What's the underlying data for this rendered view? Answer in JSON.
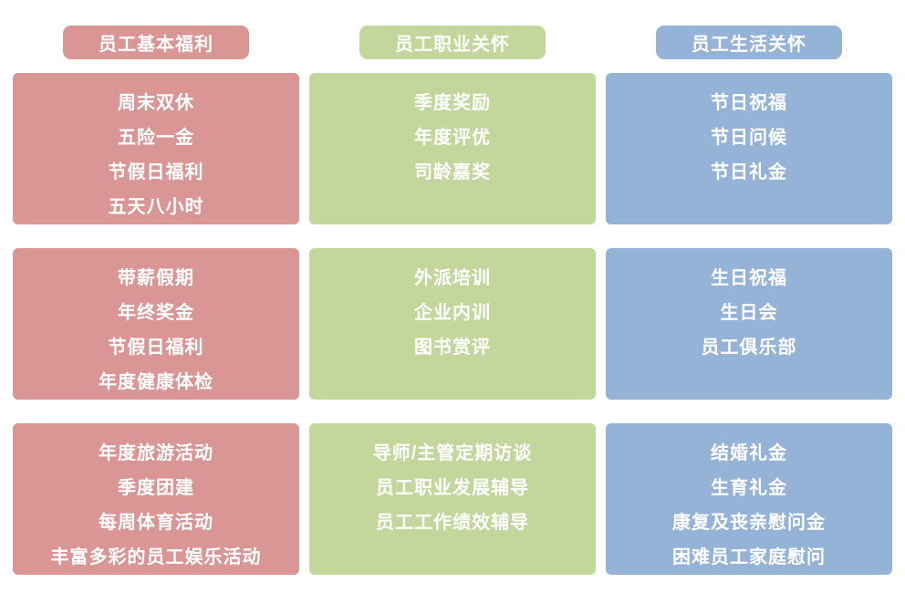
{
  "colors": {
    "basic": "#D99694",
    "career": "#C3D69B",
    "life": "#95B3D7",
    "text": "#FFFFFF",
    "background": "#FFFFFF"
  },
  "columns": [
    {
      "id": "basic",
      "header": "员工基本福利",
      "boxes": [
        {
          "items": [
            "周末双休",
            "五险一金",
            "节假日福利",
            "五天八小时"
          ]
        },
        {
          "items": [
            "带薪假期",
            "年终奖金",
            "节假日福利",
            "年度健康体检"
          ]
        },
        {
          "items": [
            "年度旅游活动",
            "季度团建",
            "每周体育活动",
            "丰富多彩的员工娱乐活动"
          ]
        }
      ]
    },
    {
      "id": "career",
      "header": "员工职业关怀",
      "boxes": [
        {
          "items": [
            "季度奖励",
            "年度评优",
            "司龄嘉奖"
          ]
        },
        {
          "items": [
            "外派培训",
            "企业内训",
            "图书赏评"
          ]
        },
        {
          "items": [
            "导师/主管定期访谈",
            "员工职业发展辅导",
            "员工工作绩效辅导"
          ]
        }
      ]
    },
    {
      "id": "life",
      "header": "员工生活关怀",
      "boxes": [
        {
          "items": [
            "节日祝福",
            "节日问候",
            "节日礼金"
          ]
        },
        {
          "items": [
            "生日祝福",
            "生日会",
            "员工俱乐部"
          ]
        },
        {
          "items": [
            "结婚礼金",
            "生育礼金",
            "康复及丧亲慰问金",
            "困难员工家庭慰问"
          ]
        }
      ]
    }
  ]
}
